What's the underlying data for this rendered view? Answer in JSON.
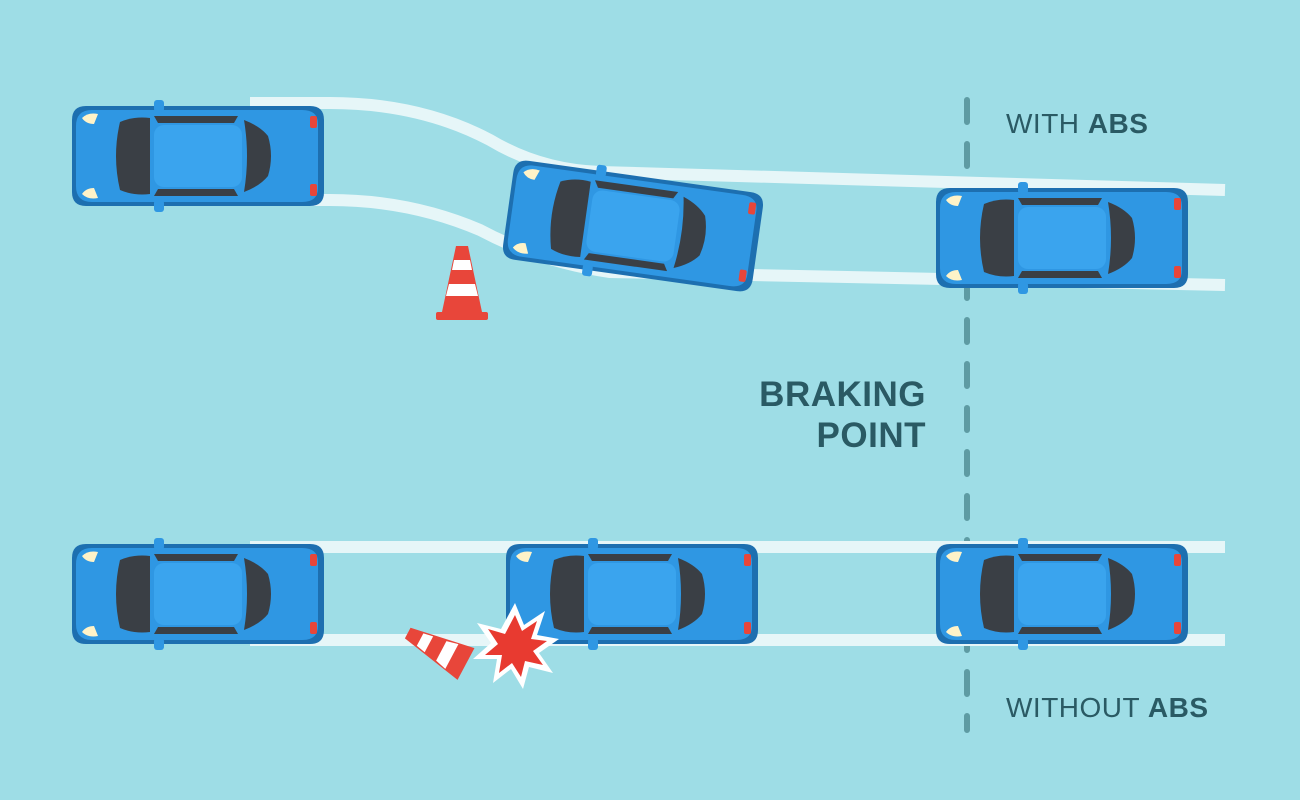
{
  "labels": {
    "with_prefix": "WITH ",
    "with_bold": "ABS",
    "without_prefix": "WITHOUT ",
    "without_bold": "ABS",
    "braking_line1": "BRAKING",
    "braking_line2": "POINT"
  },
  "colors": {
    "background": "#9edde6",
    "car_body": "#2f97e3",
    "car_shadow": "#1d6fb0",
    "window": "#3a3f45",
    "track": "#e6f6f8",
    "cone_orange": "#e8463a",
    "cone_white": "#ffffff",
    "impact": "#e83a30",
    "divider": "#5e9ba3",
    "text": "#2a5a64"
  },
  "icons": {
    "car": "car-topdown-icon",
    "cone": "traffic-cone-icon",
    "impact": "collision-burst-icon"
  }
}
